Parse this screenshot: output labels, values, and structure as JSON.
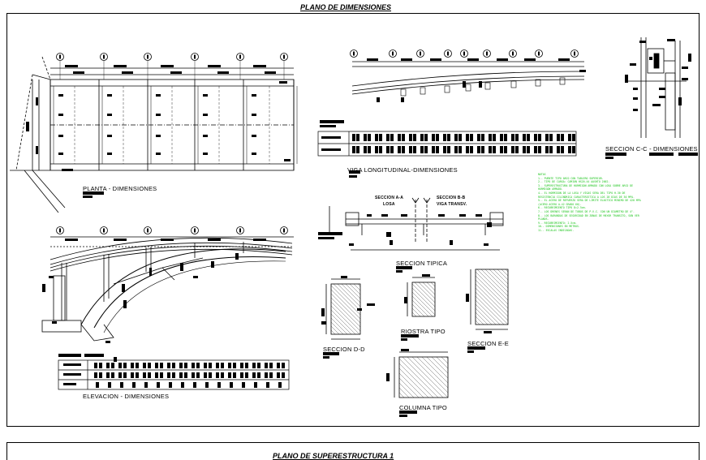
{
  "sheet_title": "PLANO DE DIMENSIONES",
  "next_sheet_title": "PLANO DE SUPERESTRUCTURA 1",
  "views": {
    "planta": "PLANTA - DIMENSIONES",
    "viga_longitudinal": "VIGA LONGITUDINAL-DIMENSIONES",
    "seccion_cc": "SECCION C-C - DIMENSIONES",
    "elevacion": "ELEVACION - DIMENSIONES",
    "seccion_tipica": "SECCION TIPICA",
    "seccion_aa": "SECCION A-A",
    "seccion_aa_sub": "LOSA",
    "seccion_bb": "SECCION B-B",
    "seccion_bb_sub": "VIGA TRANSV.",
    "seccion_dd": "SECCION D-D",
    "riostra_tipo": "RIOSTRA TIPO",
    "seccion_ee": "SECCION E-E",
    "columna_tipo": "COLUMNA TIPO"
  },
  "notes": [
    "NOTAS",
    "1.- PUENTE TIPO ARCO CON TABLERO SUPERIOR.",
    "2.- TIPO DE CARGA: CAMION HS20-44 AASHTO 2002.",
    "3.- SUPERESTRUCTURA DE HORMIGON ARMADO CON LOSA SOBRE ARCO DE",
    "HORMIGON ARMADO.",
    "4.- EL HORMIGON DE LA LOSA Y VIGAS SERA DEL TIPO H-30 DE",
    "RESISTENCIA CILINDRICA CARACTERISTICA A LOS 28 DIAS DE 30 MPA.",
    "5.- EL ACERO DE REFUERZO SERA DE LIMITE ELASTICO MINIMO DE 420 MPA",
    "(ACERO ACERO A-42 GRADO 60).",
    "6.- RECUBRIMIENTO TIPO D=2.5cm.",
    "7.- LOS DRENES SERAN DE TUBOS DE P.V.C. CON UN DIAMETRO DE 4\".",
    "8.- LOS BARANDAS DE SEGURIDAD EN ZONAS DE MAYOR TRANSITO, SON VER",
    "PLANOS.",
    "9.- RECUBRIMIENTO: 2.5cm.",
    "10.- DIMENSIONES EN METROS.",
    "11.- ESCALAS INDICADAS."
  ]
}
